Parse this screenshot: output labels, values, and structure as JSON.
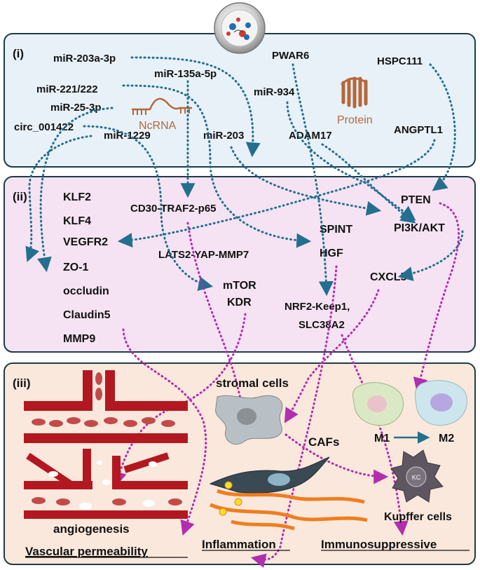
{
  "panels": {
    "i": {
      "label": "(i)",
      "ncrna": [
        "miR-203a-3p",
        "miR-135a-5p",
        "miR-221/222",
        "miR-25-3p",
        "circ_001422",
        "miR-1229",
        "miR-203",
        "miR-934"
      ],
      "proteins": [
        "PWAR6",
        "HSPC111",
        "ADAM17",
        "ANGPTL1"
      ],
      "ncrna_label": "NcRNA",
      "protein_label": "Protein"
    },
    "ii": {
      "label": "(ii)",
      "left_targets": [
        "KLF2",
        "KLF4",
        "VEGFR2",
        "ZO-1",
        "occludin",
        "Claudin5",
        "MMP9"
      ],
      "cd30": "CD30-TRAF2-p65",
      "lats2": "LATS2-YAP-MMP7",
      "mtor": "mTOR",
      "kdr": "KDR",
      "spint": "SPINT",
      "hgf": "HGF",
      "nrf2": "NRF2-Keep1,",
      "slc": "SLC38A2",
      "pten": "PTEN",
      "pi3k": "PI3K/AKT",
      "cxcl5": "CXCL5"
    },
    "iii": {
      "label": "(iii)",
      "stromal": "stromal cells",
      "cafs": "CAFs",
      "m1": "M1",
      "m2": "M2",
      "kc": "KC",
      "kupffer": "Kupffer cells",
      "angiogenesis": "angiogenesis",
      "vascular": "Vascular permeability",
      "inflammation": "Inflammation",
      "immuno": "Immunosuppressive"
    }
  },
  "colors": {
    "panel_i_bg": "#e8f1f8",
    "panel_ii_bg": "#f5e3f3",
    "panel_iii_bg": "#fae8dc",
    "teal_arrow": "#236f8f",
    "purple_arrow": "#b22db0",
    "vessel": "#b3171f",
    "caf_orange": "#f07d20",
    "protein_brown": "#b5673a"
  }
}
